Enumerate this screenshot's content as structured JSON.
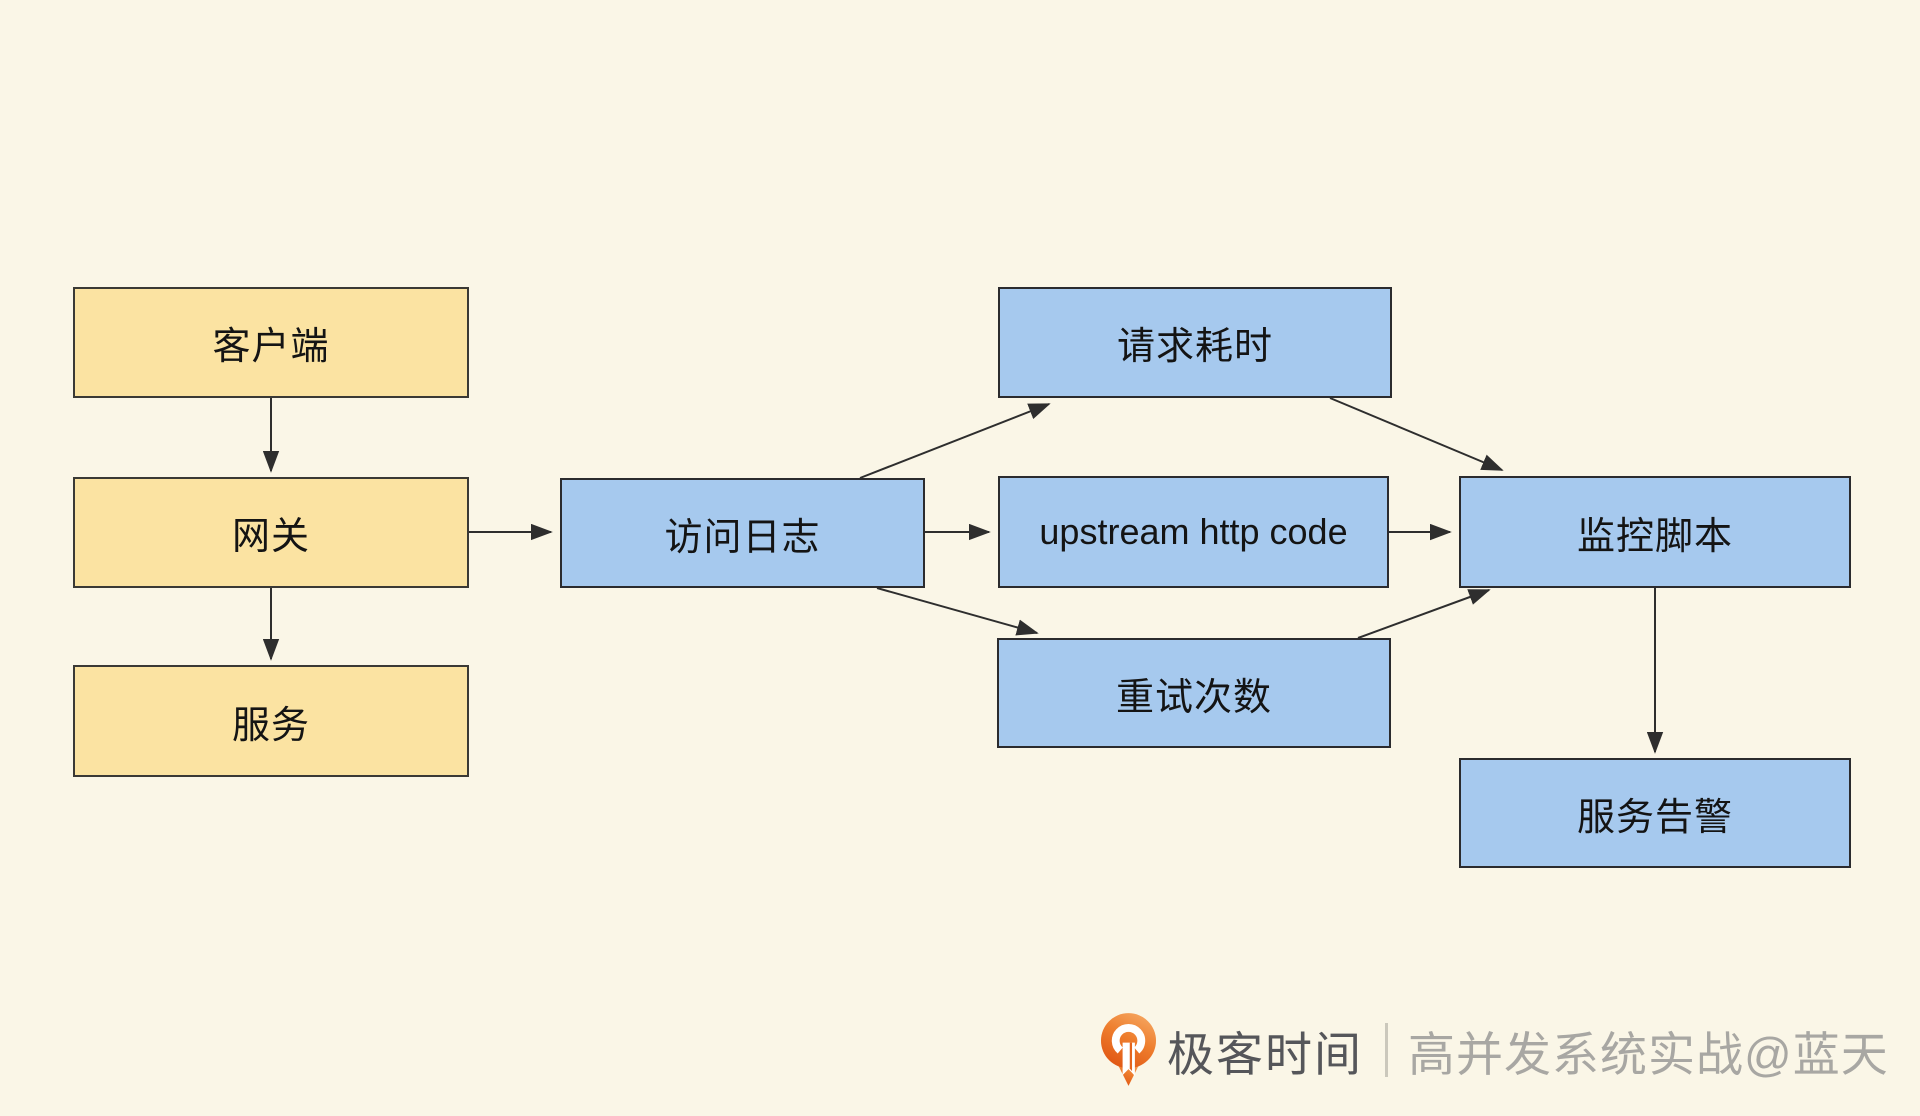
{
  "diagram": {
    "nodes": [
      {
        "id": "client",
        "label": "客户端",
        "fill": "yellow"
      },
      {
        "id": "gateway",
        "label": "网关",
        "fill": "yellow"
      },
      {
        "id": "service",
        "label": "服务",
        "fill": "yellow"
      },
      {
        "id": "access_log",
        "label": "访问日志",
        "fill": "blue"
      },
      {
        "id": "request_time",
        "label": "请求耗时",
        "fill": "blue"
      },
      {
        "id": "upstream",
        "label": "upstream http code",
        "fill": "blue"
      },
      {
        "id": "retry_count",
        "label": "重试次数",
        "fill": "blue"
      },
      {
        "id": "monitor",
        "label": "监控脚本",
        "fill": "blue"
      },
      {
        "id": "alert",
        "label": "服务告警",
        "fill": "blue"
      }
    ],
    "edges": [
      {
        "from": "客户端",
        "to": "网关"
      },
      {
        "from": "网关",
        "to": "服务"
      },
      {
        "from": "网关",
        "to": "访问日志"
      },
      {
        "from": "访问日志",
        "to": "请求耗时"
      },
      {
        "from": "访问日志",
        "to": "upstream http code"
      },
      {
        "from": "访问日志",
        "to": "重试次数"
      },
      {
        "from": "请求耗时",
        "to": "监控脚本"
      },
      {
        "from": "upstream http code",
        "to": "监控脚本"
      },
      {
        "from": "重试次数",
        "to": "监控脚本"
      },
      {
        "from": "监控脚本",
        "to": "服务告警"
      }
    ]
  },
  "branding": {
    "logo_icon": "geektime-pin-icon",
    "logo_text": "极客时间",
    "tagline": "高并发系统实战@蓝天"
  },
  "colors": {
    "background": "#FAF6E7",
    "node_yellow": "#FBE3A2",
    "node_blue": "#A6C9EE",
    "node_border": "#333330",
    "arrow": "#2E2E2E",
    "brand_text": "#55565A",
    "tagline_text": "#A8A7A3",
    "logo_orange_light": "#F5A55F",
    "logo_orange_dark": "#E05512"
  }
}
